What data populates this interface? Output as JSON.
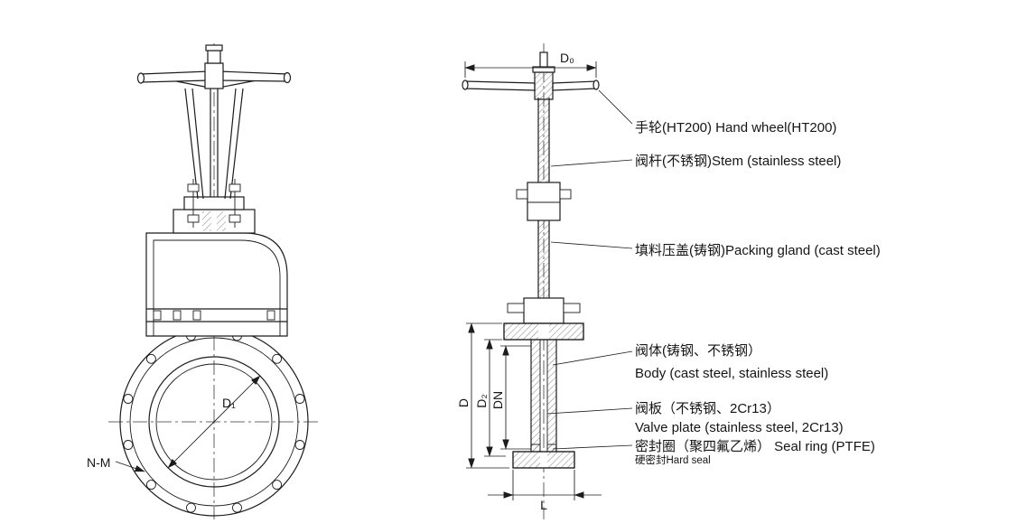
{
  "title": "Knife gate valve technical drawing",
  "colors": {
    "line": "#1c1c1c",
    "background": "#ffffff"
  },
  "dims": {
    "d0": "D₀",
    "d1": "D₁",
    "d": "D",
    "d2": "D₂",
    "dn": "DN",
    "l": "L",
    "nm": "N-M"
  },
  "callouts": {
    "hand_wheel": "手轮(HT200) Hand wheel(HT200)",
    "stem": "阀杆(不锈钢)Stem (stainless steel)",
    "packing_gland": "填料压盖(铸钢)Packing gland (cast steel)",
    "body_cn": "阀体(铸钢、不锈钢）",
    "body_en": "Body (cast steel, stainless steel)",
    "valve_plate_cn": "阀板（不锈钢、2Cr13）",
    "valve_plate_en": "Valve plate (stainless steel, 2Cr13)",
    "seal_ring": "密封圈（聚四氟乙烯） Seal ring (PTFE)",
    "hard_seal": "硬密封Hard seal"
  }
}
